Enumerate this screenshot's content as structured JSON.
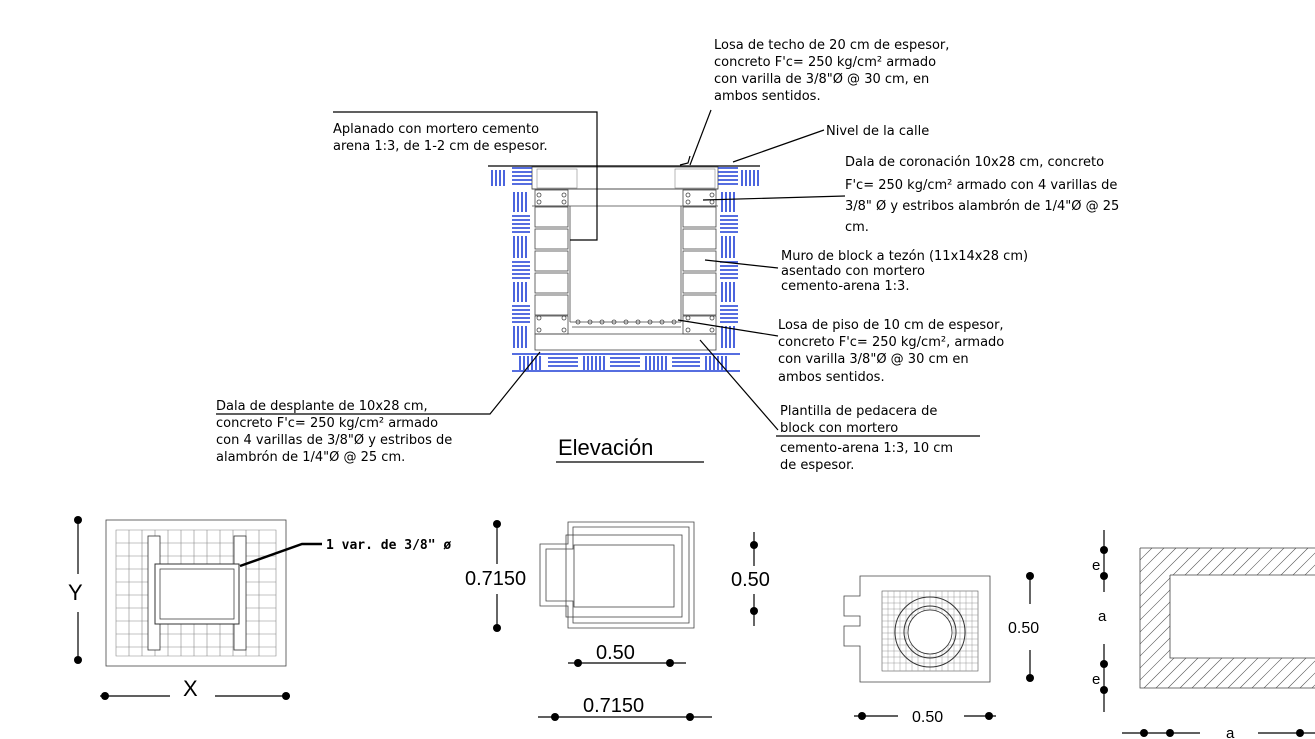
{
  "elevation": {
    "title": "Elevación",
    "notes": {
      "losa_techo": [
        "Losa de techo de 20 cm de espesor,",
        "concreto F'c= 250 kg/cm² armado",
        "con varilla de 3/8\"Ø @ 30 cm, en",
        "ambos sentidos."
      ],
      "aplanado": [
        "Aplanado con mortero cemento",
        "arena 1:3, de 1-2 cm de espesor."
      ],
      "nivel_calle": [
        "Nivel de la calle"
      ],
      "dala_coronacion": [
        "Dala de coronación 10x28 cm,  concreto",
        "F'c= 250 kg/cm² armado con 4 varillas de",
        "3/8\" Ø y estribos alambrón de  1/4\"Ø @ 25",
        "cm."
      ],
      "muro_block": [
        "Muro de block a tezón (11x14x28 cm)",
        "asentado con mortero",
        "cemento-arena  1:3."
      ],
      "losa_piso": [
        "Losa de piso de 10 cm de espesor,",
        "concreto F'c= 250 kg/cm², armado",
        "con varilla 3/8\"Ø @ 30 cm en",
        "ambos sentidos."
      ],
      "dala_desplante": [
        "Dala de desplante de 10x28 cm,",
        "concreto F'c= 250 kg/cm² armado",
        "con 4 varillas de 3/8\"Ø y estribos de",
        "alambrón de 1/4\"Ø @ 25 cm."
      ],
      "plantilla": [
        "Plantilla de pedacera de",
        "block con mortero",
        "cemento-arena 1:3, 10 cm",
        "de espesor."
      ]
    }
  },
  "plan_grid": {
    "rebar_label": "1 var. de 3/8\" ø",
    "dim_y": "Y",
    "dim_x": "X"
  },
  "plan_box": {
    "dim_left": "0.7150",
    "dim_right": "0.50",
    "dim_bottom_inner": "0.50",
    "dim_bottom_outer": "0.7150"
  },
  "plan_round": {
    "dim_right": "0.50",
    "dim_bottom": "0.50"
  },
  "plan_hatched": {
    "dim_e_top": "e",
    "dim_a": "a",
    "dim_e_bottom": "e",
    "dim_a_bottom": "a"
  },
  "colors": {
    "line": "#000000",
    "block_hatch": "#1f3fd6"
  }
}
